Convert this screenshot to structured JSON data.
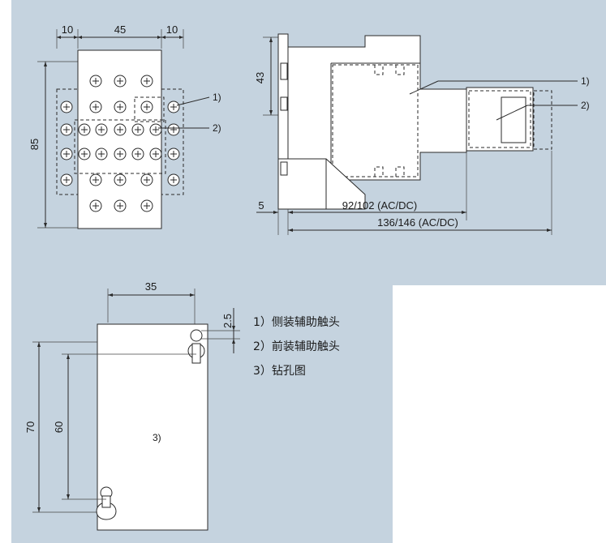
{
  "colors": {
    "background_panel": "#c5d3df",
    "page": "#ffffff",
    "line": "#2a2a2a"
  },
  "front_view": {
    "dim_left": "10",
    "dim_middle": "45",
    "dim_right": "10",
    "dim_height": "85",
    "callout_1": "1)",
    "callout_2": "2)"
  },
  "side_view": {
    "dim_height": "43",
    "dim_offset": "5",
    "dim_depth_1": "92/102 (AC/DC)",
    "dim_depth_2": "136/146 (AC/DC)",
    "callout_1": "1)",
    "callout_2": "2)"
  },
  "drill_view": {
    "dim_width": "35",
    "dim_top": "2.5",
    "dim_height_outer": "70",
    "dim_height_inner": "60",
    "label": "3)"
  },
  "legend": [
    "1）侧装辅助触头",
    "2）前装辅助触头",
    "3）钻孔图"
  ]
}
